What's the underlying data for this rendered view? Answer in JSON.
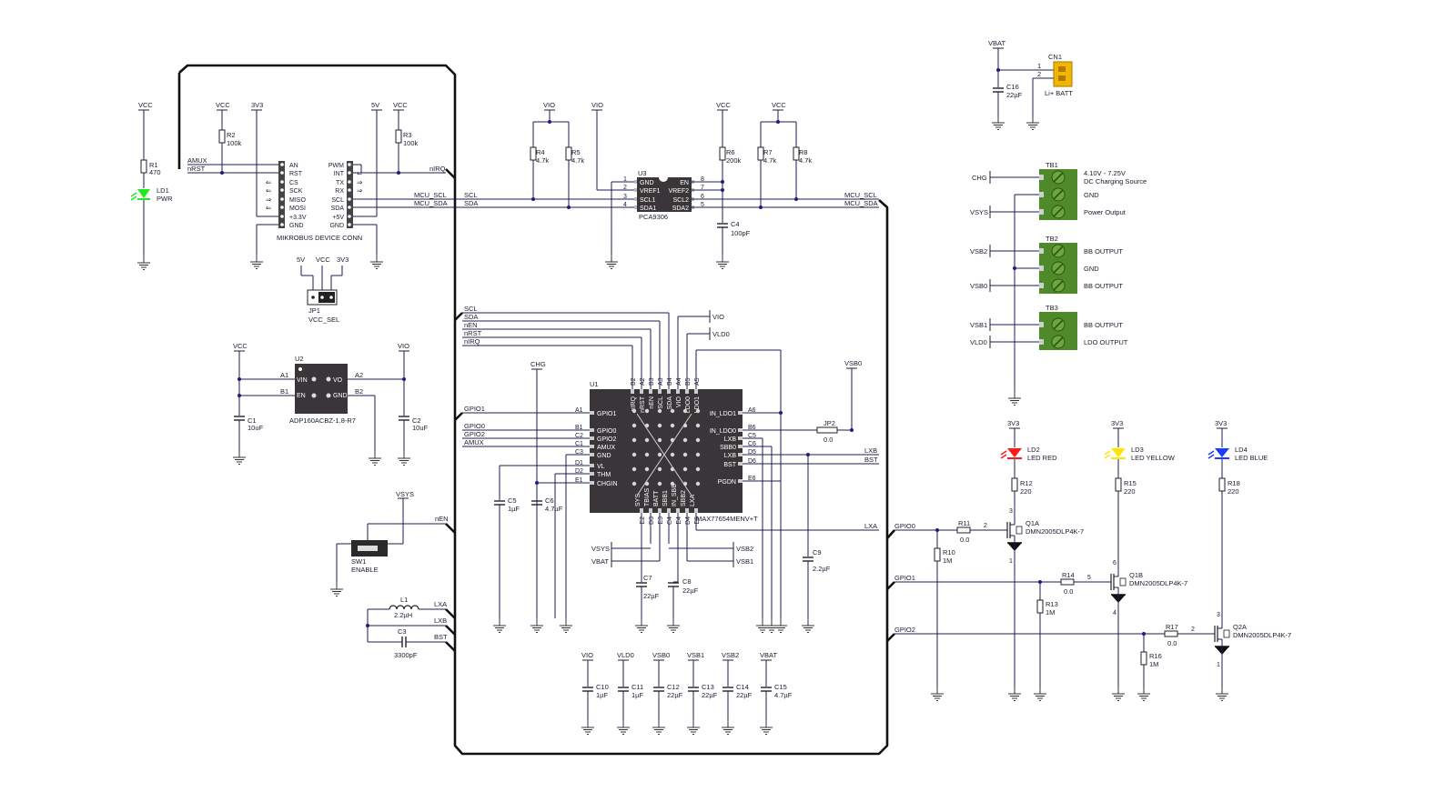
{
  "colors": {
    "wire": "#1c1c50",
    "chip": "#3a3538",
    "led_red": "#ff1a1a",
    "led_yellow": "#ffe600",
    "led_blue": "#1a3cff",
    "led_green": "#1ee81e",
    "terminal": "#4e8a2a",
    "connector": "#f2b600"
  },
  "mikrobus": {
    "title": "MIKROBUS DEVICE CONN",
    "left_pins": [
      "AN",
      "RST",
      "CS",
      "SCK",
      "MISO",
      "MOSI",
      "+3.3V",
      "GND"
    ],
    "right_pins": [
      "PWM",
      "INT",
      "TX",
      "RX",
      "SCL",
      "SDA",
      "+5V",
      "GND"
    ],
    "nets": {
      "amux": "AMUX",
      "nrst": "nRST",
      "nirq": "nIRQ",
      "mcu_scl": "MCU_SCL",
      "mcu_sda": "MCU_SDA"
    }
  },
  "power_labels": {
    "vcc": "VCC",
    "v3v3": "3V3",
    "v5": "5V",
    "vio": "VIO",
    "vbat": "VBAT",
    "vsys": "VSYS",
    "vsb0": "VSB0",
    "vsb1": "VSB1",
    "vsb2": "VSB2",
    "vld0": "VLD0"
  },
  "resistors": [
    {
      "ref": "R1",
      "value": "470"
    },
    {
      "ref": "R2",
      "value": "100k"
    },
    {
      "ref": "R3",
      "value": "100k"
    },
    {
      "ref": "R4",
      "value": "4.7k"
    },
    {
      "ref": "R5",
      "value": "4.7k"
    },
    {
      "ref": "R6",
      "value": "200k"
    },
    {
      "ref": "R7",
      "value": "4.7k"
    },
    {
      "ref": "R8",
      "value": "4.7k"
    },
    {
      "ref": "R10",
      "value": "1M"
    },
    {
      "ref": "R11",
      "value": "0.0"
    },
    {
      "ref": "R12",
      "value": "220"
    },
    {
      "ref": "R13",
      "value": "1M"
    },
    {
      "ref": "R14",
      "value": "0.0"
    },
    {
      "ref": "R15",
      "value": "220"
    },
    {
      "ref": "R16",
      "value": "1M"
    },
    {
      "ref": "R17",
      "value": "0.0"
    },
    {
      "ref": "R18",
      "value": "220"
    }
  ],
  "ld1": {
    "ref": "LD1",
    "label": "PWR"
  },
  "jp1": {
    "ref": "JP1",
    "label": "VCC_SEL"
  },
  "u2": {
    "ref": "U2",
    "part": "ADP160ACBZ-1.8-R7",
    "pins": [
      "VIN",
      "EN",
      "VO",
      "GND"
    ],
    "balls": [
      "A1",
      "B1",
      "A2",
      "B2"
    ]
  },
  "c1": {
    "ref": "C1",
    "value": "10uF"
  },
  "c2": {
    "ref": "C2",
    "value": "10uF"
  },
  "u3": {
    "ref": "U3",
    "part": "PCA9306",
    "left": [
      "GND",
      "VREF1",
      "SCL1",
      "SDA1"
    ],
    "right": [
      "EN",
      "VREF2",
      "SCL2",
      "SDA2"
    ],
    "lnum": [
      "1",
      "2",
      "3",
      "4"
    ],
    "rnum": [
      "8",
      "7",
      "6",
      "5"
    ]
  },
  "c4": {
    "ref": "C4",
    "value": "100pF"
  },
  "u1": {
    "ref": "U1",
    "part": "MAX77654MENV+T",
    "left": [
      "GPIO1",
      "GPIO0",
      "GPIO2",
      "AMUX",
      "GND",
      "VL",
      "THM",
      "CHGIN"
    ],
    "left_balls": [
      "A1",
      "B1",
      "C2",
      "C1",
      "C3",
      "D1",
      "D2",
      "E1"
    ],
    "right": [
      "IN_LDO1",
      "IN_LDO0",
      "LXB",
      "SBB0",
      "LXB",
      "BST",
      "PGDN"
    ],
    "right_balls": [
      "A6",
      "B6",
      "C5",
      "C6",
      "D5",
      "D6",
      "E6"
    ],
    "top": [
      "nIRQ",
      "nRST",
      "nEN",
      "SCL",
      "SDA",
      "VIO",
      "LDO0",
      "LDO1"
    ],
    "top_balls": [
      "B2",
      "A2",
      "B3",
      "A3",
      "B4",
      "A4",
      "B5",
      "A5"
    ],
    "bottom": [
      "SYS",
      "TBIAS",
      "BATT",
      "SBB1",
      "IN_SBB",
      "SBB2",
      "LXA"
    ],
    "bottom_balls": [
      "E2",
      "D3",
      "E3",
      "C4",
      "E4",
      "D4",
      "E5"
    ]
  },
  "u1_nets": {
    "scl": "SCL",
    "sda": "SDA",
    "nen": "nEN",
    "nrst": "nRST",
    "nirq": "nIRQ",
    "gpio1": "GPIO1",
    "gpio0": "GPIO0",
    "gpio2": "GPIO2",
    "amux": "AMUX",
    "chg": "CHG",
    "lxb": "LXB",
    "bst": "BST",
    "lxa": "LXA"
  },
  "caps_u1": [
    {
      "ref": "C5",
      "value": "1µF"
    },
    {
      "ref": "C6",
      "value": "4.7µF"
    },
    {
      "ref": "C7",
      "value": "22µF"
    },
    {
      "ref": "C8",
      "value": "22µF"
    },
    {
      "ref": "C9",
      "value": "2.2µF"
    }
  ],
  "jp2": {
    "ref": "JP2",
    "value": "0.0"
  },
  "sw1": {
    "ref": "SW1",
    "label": "ENABLE",
    "net": "nEN"
  },
  "l1": {
    "ref": "L1",
    "value": "2.2µH"
  },
  "c3": {
    "ref": "C3",
    "value": "3300pF"
  },
  "bottom_caps": [
    {
      "net": "VIO",
      "ref": "C10",
      "value": "1µF"
    },
    {
      "net": "VLD0",
      "ref": "C11",
      "value": "1µF"
    },
    {
      "net": "VSB0",
      "ref": "C12",
      "value": "22µF"
    },
    {
      "net": "VSB1",
      "ref": "C13",
      "value": "22µF"
    },
    {
      "net": "VSB2",
      "ref": "C14",
      "value": "22µF"
    },
    {
      "net": "VBAT",
      "ref": "C15",
      "value": "4.7µF"
    }
  ],
  "cn1": {
    "ref": "CN1",
    "label": "Li+ BATT",
    "pin1": "1",
    "pin2": "2"
  },
  "c16": {
    "ref": "C16",
    "value": "22µF"
  },
  "tb1": {
    "ref": "TB1",
    "lines": [
      "4.10V - 7.25V",
      "DC Charging Source",
      "GND",
      "Power Output"
    ]
  },
  "tb2": {
    "ref": "TB2",
    "lines": [
      "BB OUTPUT",
      "GND",
      "BB OUTPUT"
    ]
  },
  "tb3": {
    "ref": "TB3",
    "lines": [
      "BB OUTPUT",
      "LDO OUTPUT"
    ]
  },
  "leds": [
    {
      "ref": "LD2",
      "label": "LED RED"
    },
    {
      "ref": "LD3",
      "label": "LED YELLOW"
    },
    {
      "ref": "LD4",
      "label": "LED BLUE"
    }
  ],
  "transistors": [
    {
      "ref": "Q1A",
      "part": "DMN2005DLP4K-7",
      "gate": "2",
      "drain": "3",
      "source": "1"
    },
    {
      "ref": "Q1B",
      "part": "DMN2005DLP4K-7",
      "gate": "5",
      "drain": "6",
      "source": "4"
    },
    {
      "ref": "Q2A",
      "part": "DMN2005DLP4K-7",
      "gate": "2",
      "drain": "3",
      "source": "1"
    }
  ],
  "gpio_nets": {
    "gpio0": "GPIO0",
    "gpio1": "GPIO1",
    "gpio2": "GPIO2"
  }
}
